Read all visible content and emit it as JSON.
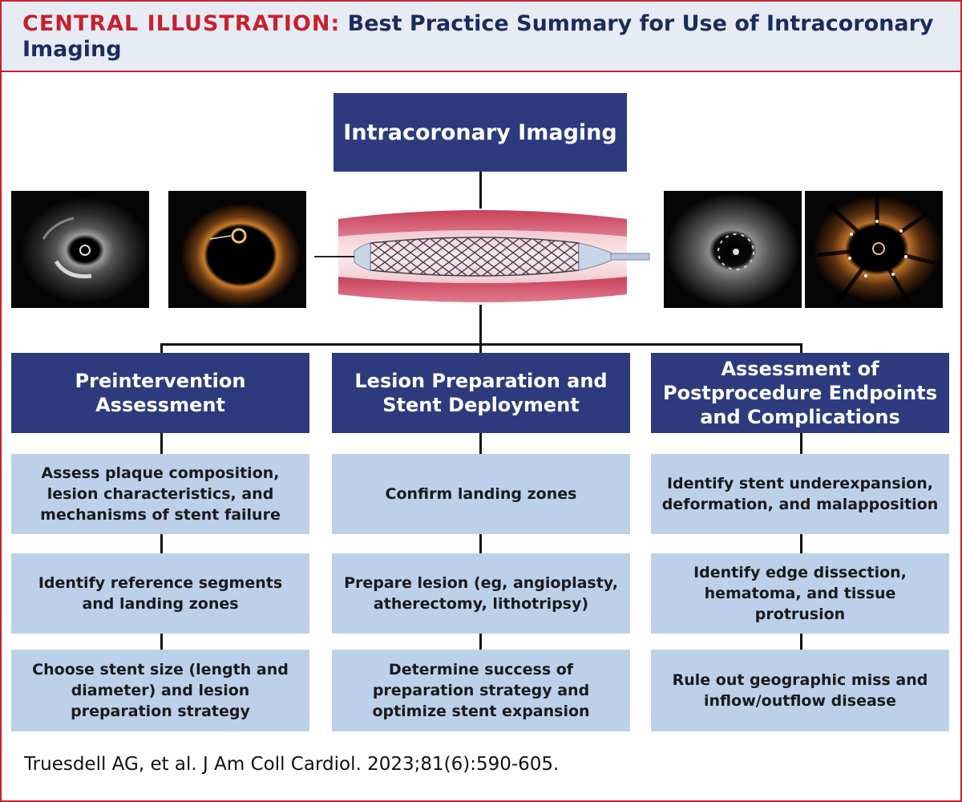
{
  "header": {
    "prefix": "CENTRAL ILLUSTRATION:",
    "title": "Best Practice Summary for Use of Intracoronary Imaging"
  },
  "root": {
    "label": "Intracoronary Imaging"
  },
  "columns": [
    {
      "label": "Preintervention Assessment",
      "items": [
        "Assess plaque composition, lesion characteristics, and mechanisms of stent failure",
        "Identify reference segments and landing zones",
        "Choose stent size (length and diameter) and lesion preparation strategy"
      ]
    },
    {
      "label": "Lesion Preparation and Stent Deployment",
      "items": [
        "Confirm landing zones",
        "Prepare lesion (eg, angioplasty, atherectomy, lithotripsy)",
        "Determine success of preparation strategy and optimize stent expansion"
      ]
    },
    {
      "label": "Assessment of Postprocedure Endpoints and Complications",
      "items": [
        "Identify stent underexpansion, deformation, and malapposition",
        "Identify edge dissection, hematoma, and tissue protrusion",
        "Rule out geographic miss and inflow/outflow disease"
      ]
    }
  ],
  "images": [
    {
      "name": "ivus-preintervention-image",
      "kind": "IVUS grayscale"
    },
    {
      "name": "oct-preintervention-image",
      "kind": "OCT"
    },
    {
      "name": "ivus-postprocedure-image",
      "kind": "IVUS grayscale"
    },
    {
      "name": "oct-postprocedure-image",
      "kind": "OCT with stent struts"
    }
  ],
  "citation": "Truesdell AG, et al. J Am Coll Cardiol. 2023;81(6):590-605.",
  "colors": {
    "accent_red": "#c8202f",
    "navy": "#2d3b7e",
    "light_blue": "#bcd0ea",
    "header_bg": "#e7ecf4"
  }
}
